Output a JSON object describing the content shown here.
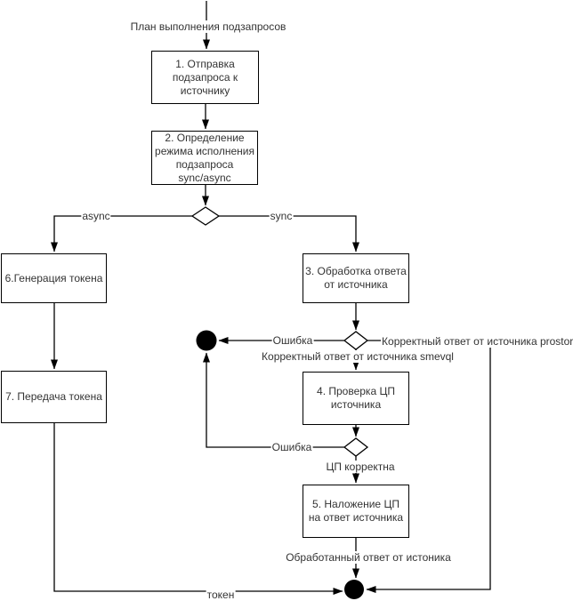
{
  "diagram": {
    "background_color": "#ffffff",
    "stroke_color": "#000000",
    "text_color": "#333333",
    "nodes": [
      {
        "id": "step1",
        "shape": "process",
        "label": "1. Отправка подзапроса к источнику"
      },
      {
        "id": "step2",
        "shape": "process",
        "label": "2. Определение режима исполнения подзапроса sync/async"
      },
      {
        "id": "step3",
        "shape": "process",
        "label": "3. Обработка ответа от источника"
      },
      {
        "id": "step4",
        "shape": "process",
        "label": "4. Проверка ЦП источника"
      },
      {
        "id": "step5",
        "shape": "process",
        "label": "5. Наложение ЦП на ответ источника"
      },
      {
        "id": "step6",
        "shape": "process",
        "label": "6.Генерация токена"
      },
      {
        "id": "step7",
        "shape": "process",
        "label": "7. Передача токена"
      }
    ],
    "decisions": [
      {
        "id": "decision-sync-async"
      },
      {
        "id": "decision-response-check"
      },
      {
        "id": "decision-cp-check"
      }
    ],
    "terminators": [
      {
        "id": "error-end-node"
      },
      {
        "id": "final-merge-node"
      }
    ],
    "edge_labels": {
      "start": "План выполнения подзапросов",
      "async_branch": "async",
      "sync_branch": "sync",
      "error_1": "Ошибка",
      "ok_prostore": "Корректный ответ от источника prostore",
      "ok_smevql": "Корректный ответ от источника smevql",
      "error_2": "Ошибка",
      "cp_valid": "ЦП корректна",
      "processed_response": "Обработанный ответ от истоника",
      "token": "токен"
    }
  }
}
